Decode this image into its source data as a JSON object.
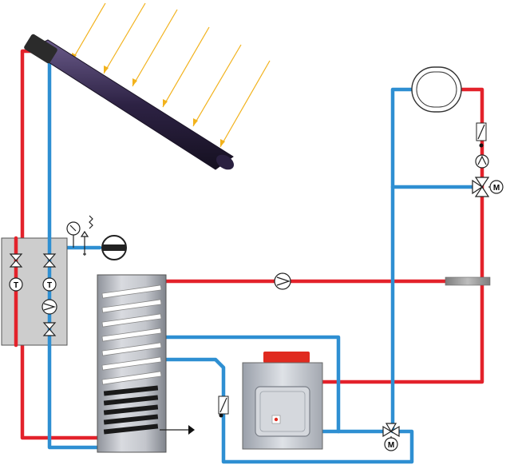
{
  "labels": {
    "temp_sensor_left": "T",
    "temp_sensor_right": "T",
    "motor_valve_upper": "M",
    "motor_valve_lower": "M"
  },
  "colors": {
    "hot_line": "#e3222b",
    "cold_line": "#2e8fd2",
    "sun_rays": "#f2b21c",
    "collector": "#3a2c55",
    "tank": "#b9bcc3",
    "boiler_burner": "#e02a1f",
    "station_panel": "#cdcdcd"
  },
  "icons": [
    "solar-collector-icon",
    "sun-ray-icon",
    "pump-station-icon",
    "check-valve-icon",
    "thermometer-icon",
    "pump-icon",
    "pressure-gauge-icon",
    "safety-valve-icon",
    "expansion-vessel-icon",
    "storage-tank-icon",
    "boiler-icon",
    "radiator-icon",
    "mixing-valve-icon",
    "flow-meter-icon",
    "heat-exchanger-icon",
    "drain-icon"
  ]
}
